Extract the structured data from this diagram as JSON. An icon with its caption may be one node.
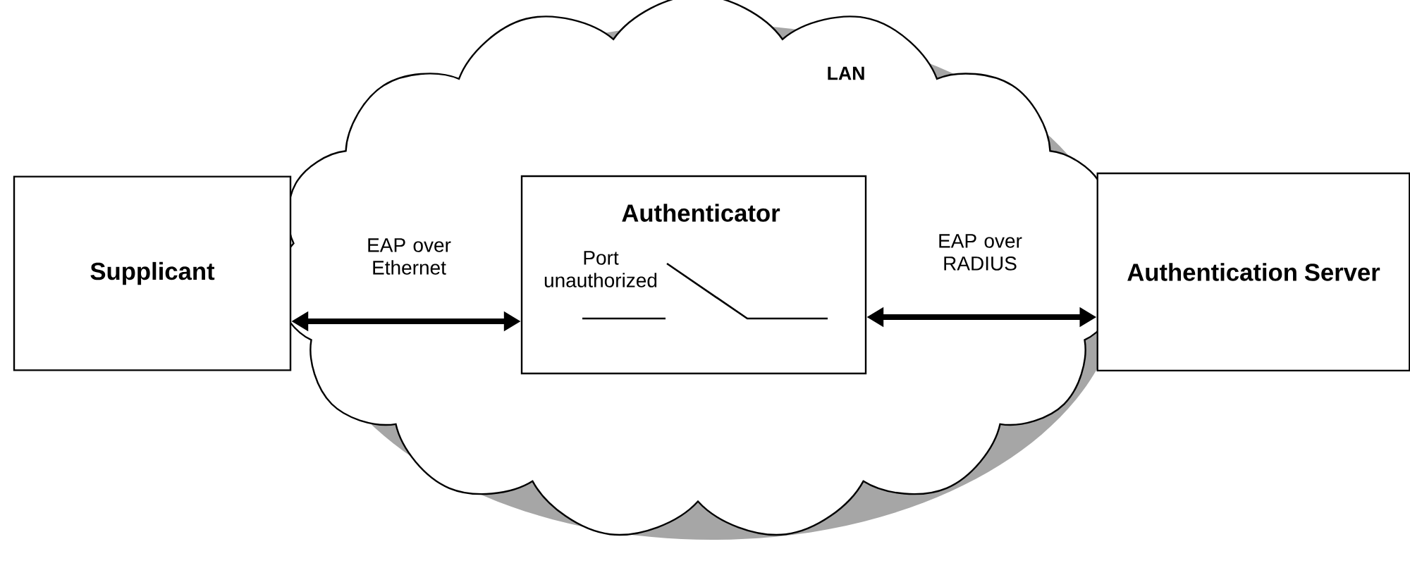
{
  "diagram": {
    "nodes": [
      {
        "text": [
          "LAN"
        ]
      },
      {
        "text": [
          "Supplicant"
        ]
      },
      {
        "text": [
          "Authenticator",
          "Port unauthorized"
        ],
        "in": 0
      },
      {
        "text": [
          "Authentication Server"
        ]
      }
    ],
    "edges": [
      {
        "from": 1,
        "to": 2,
        "arrow": "both",
        "label": "EAP over Ethernet"
      },
      {
        "from": 2,
        "to": 3,
        "arrow": "both",
        "label": "EAP over RADIUS"
      }
    ]
  }
}
